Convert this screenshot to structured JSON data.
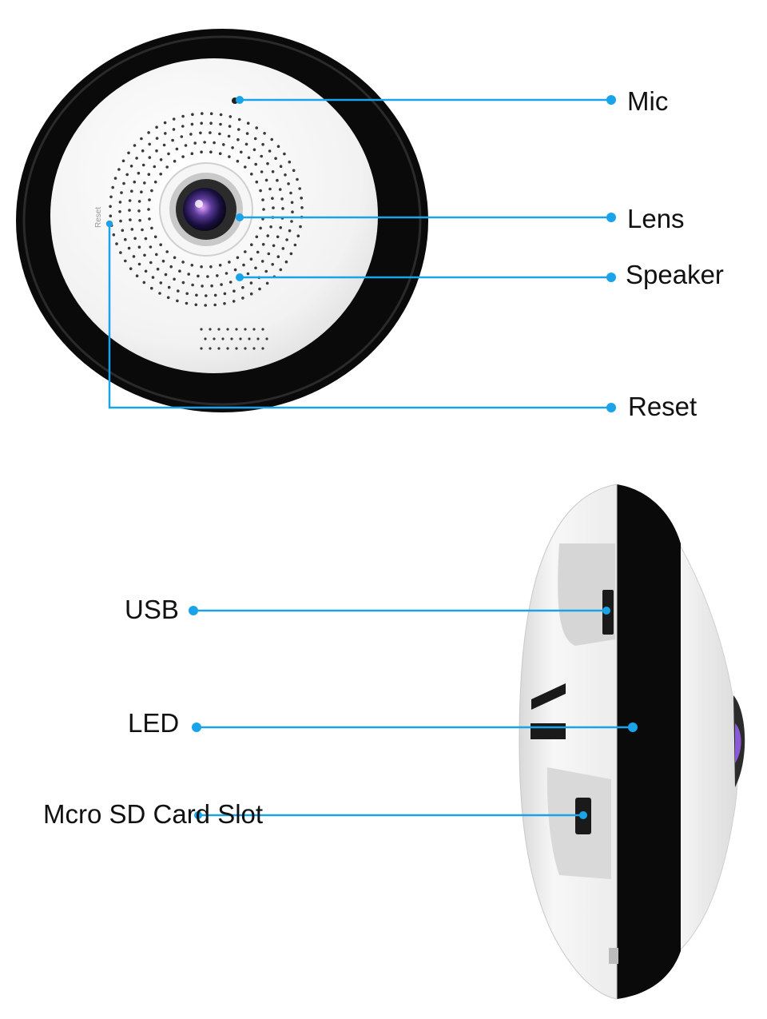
{
  "colors": {
    "callout": "#1aa3e8",
    "ring": "#0a0a0a",
    "body": "#f4f4f4",
    "label": "#111111"
  },
  "top_view": {
    "callouts": [
      {
        "id": "mic",
        "label": "Mic"
      },
      {
        "id": "lens",
        "label": "Lens"
      },
      {
        "id": "speaker",
        "label": "Speaker"
      },
      {
        "id": "reset",
        "label": "Reset"
      }
    ],
    "printed_text": "Reset"
  },
  "side_view": {
    "callouts": [
      {
        "id": "usb",
        "label": "USB"
      },
      {
        "id": "led",
        "label": "LED"
      },
      {
        "id": "sd",
        "label": "Mcro SD Card Slot"
      }
    ]
  }
}
